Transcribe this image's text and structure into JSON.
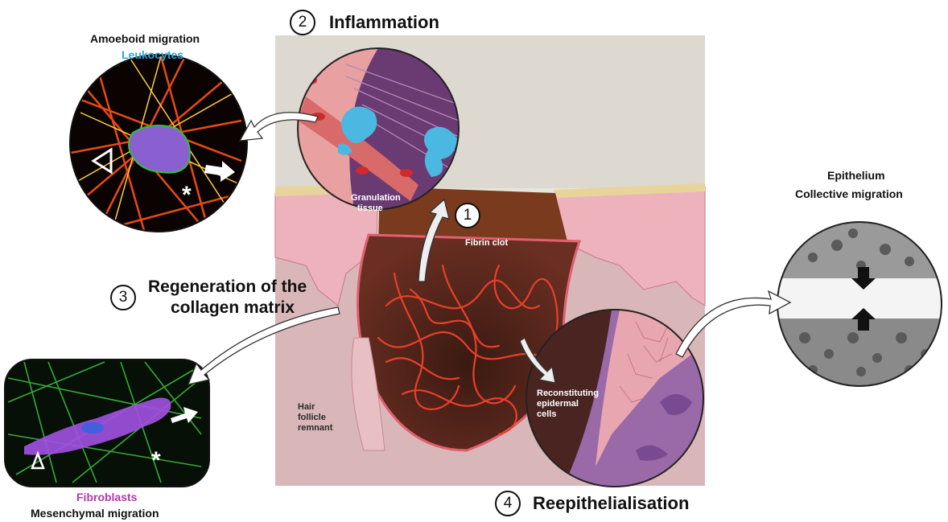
{
  "steps": {
    "s1": {
      "num": "1"
    },
    "s2": {
      "num": "2",
      "label": "Inflammation"
    },
    "s3": {
      "num": "3",
      "label_line1": "Regeneration of the",
      "label_line2": "collagen matrix"
    },
    "s4": {
      "num": "4",
      "label": "Reepithelialisation"
    }
  },
  "panels": {
    "leukocytes": {
      "title": "Amoeboid migration",
      "subtitle": "Leukocytes",
      "subtitle_color": "#29a8e0"
    },
    "fibroblasts": {
      "title": "Fibroblasts",
      "subtitle": "Mesenchymal migration",
      "title_color": "#b03aa8"
    },
    "epithelium": {
      "title": "Epithelium",
      "subtitle": "Collective migration"
    }
  },
  "wound_labels": {
    "granulation_line1": "Granulation",
    "granulation_line2": "tissue",
    "fibrin_clot": "Fibrin clot",
    "hair_line1": "Hair",
    "hair_line2": "follicle",
    "hair_line3": "remnant",
    "recon_line1": "Reconstituting",
    "recon_line2": "epidermal",
    "recon_line3": "cells"
  },
  "colors": {
    "clot": "#4a2418",
    "dermis": "#d8b8b8",
    "epidermis": "#e8a8b4",
    "fibrin": "#e8402a",
    "leukocyte": "#4ab8e0",
    "fibroblast_stain": "#a050e0"
  }
}
